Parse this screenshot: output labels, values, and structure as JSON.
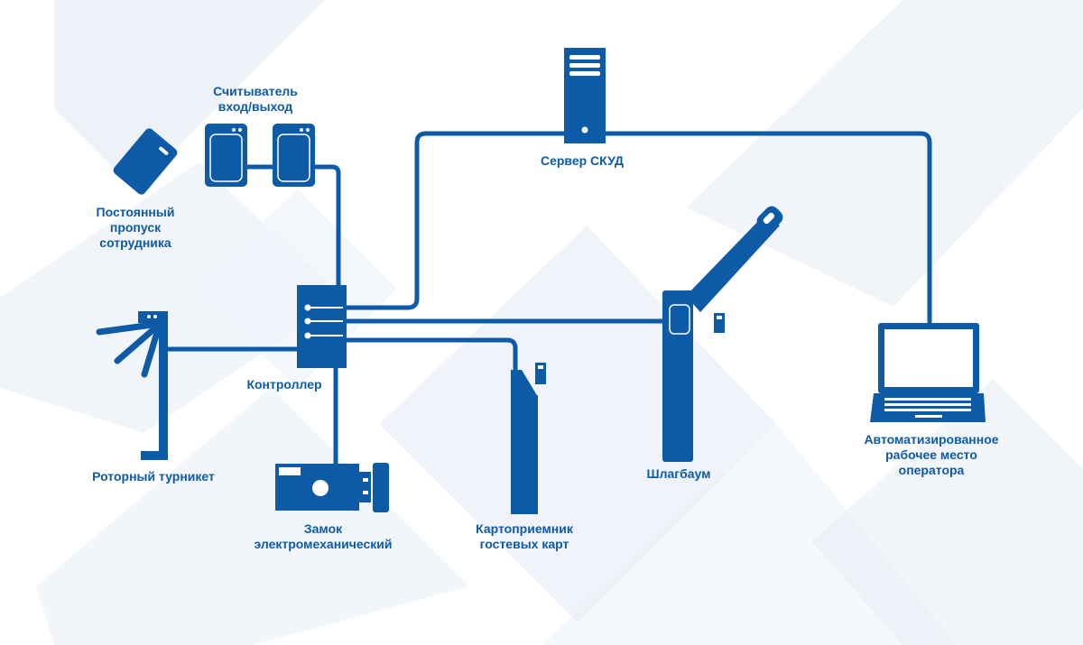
{
  "colors": {
    "primary": "#0d5aa7",
    "background_shape": "#e6edf6",
    "background": "#ffffff"
  },
  "diagram": {
    "nodes": [
      {
        "id": "reader",
        "label_lines": [
          "Считыватель",
          "вход/выход"
        ],
        "icon": "card-reader-icon"
      },
      {
        "id": "badge",
        "label_lines": [
          "Постоянный",
          "пропуск",
          "сотрудника"
        ],
        "icon": "access-card-icon"
      },
      {
        "id": "server",
        "label_lines": [
          "Сервер СКУД"
        ],
        "icon": "server-tower-icon"
      },
      {
        "id": "controller",
        "label_lines": [
          "Контроллер"
        ],
        "icon": "controller-box-icon"
      },
      {
        "id": "turnstile",
        "label_lines": [
          "Роторный турникет"
        ],
        "icon": "tripod-turnstile-icon"
      },
      {
        "id": "lock",
        "label_lines": [
          "Замок",
          "электромеханический"
        ],
        "icon": "electromechanical-lock-icon"
      },
      {
        "id": "card_collector",
        "label_lines": [
          "Картоприемник",
          "гостевых карт"
        ],
        "icon": "card-collector-icon"
      },
      {
        "id": "barrier",
        "label_lines": [
          "Шлагбаум"
        ],
        "icon": "barrier-gate-icon"
      },
      {
        "id": "workstation",
        "label_lines": [
          "Автоматизированное",
          "рабочее место",
          "оператора"
        ],
        "icon": "laptop-icon"
      }
    ],
    "edges": [
      {
        "from": "reader",
        "to": "controller"
      },
      {
        "from": "controller",
        "to": "server"
      },
      {
        "from": "server",
        "to": "workstation"
      },
      {
        "from": "controller",
        "to": "barrier"
      },
      {
        "from": "controller",
        "to": "card_collector"
      },
      {
        "from": "controller",
        "to": "turnstile"
      },
      {
        "from": "controller",
        "to": "lock"
      }
    ]
  }
}
